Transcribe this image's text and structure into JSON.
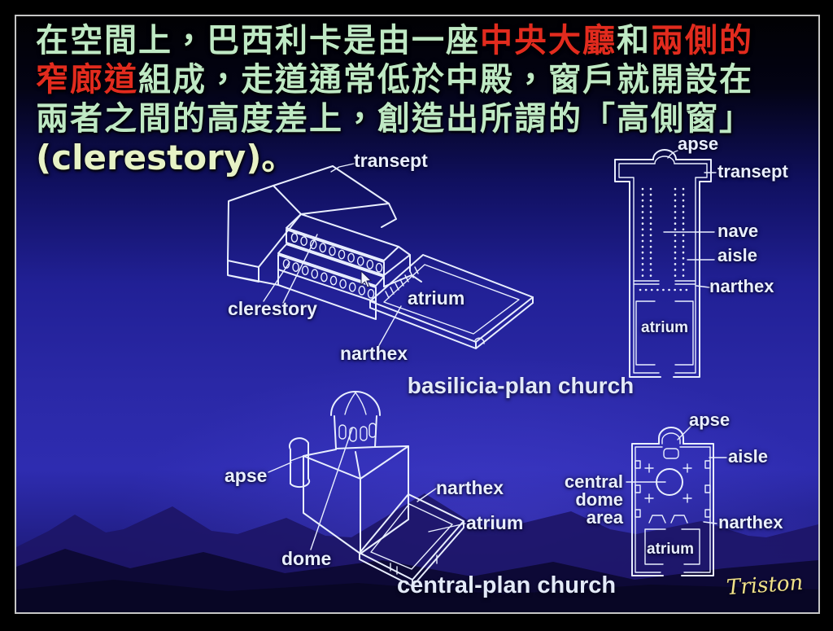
{
  "colors": {
    "text_green": "#bfe9c4",
    "text_red": "#e22b1e",
    "diagram_line": "#e9efff",
    "caption": "#e3eaf8",
    "signature_yellow": "#f1e288",
    "slide_blue": "#2a28a6",
    "frame_line": "#c6c6c6"
  },
  "paragraph": {
    "l1s1": "在空間上，巴西利卡是由一座",
    "l1s2": "中央大廳",
    "l1s3": "和",
    "l1s4": "兩側的",
    "l2s1": "窄廊道",
    "l2s2": "組成，走道通常低於中殿，窗户就開設在",
    "l3s1": "兩者之間的高度差上，創造出所謂的「高側窗」",
    "l4s1": "(clerestory)。"
  },
  "basilica_3d": {
    "labels": {
      "transept": "transept",
      "clerestory": "clerestory",
      "atrium": "atrium",
      "narthex": "narthex"
    }
  },
  "basilica_plan": {
    "labels": {
      "apse": "apse",
      "transept": "transept",
      "nave": "nave",
      "aisle": "aisle",
      "narthex": "narthex",
      "atrium": "atrium"
    },
    "caption": "basilicia-plan church"
  },
  "central_3d": {
    "labels": {
      "apse": "apse",
      "dome": "dome",
      "narthex": "narthex",
      "atrium": "atrium"
    }
  },
  "central_plan": {
    "labels": {
      "apse": "apse",
      "aisle": "aisle",
      "central_dome_line1": "central",
      "central_dome_line2": "dome",
      "central_dome_line3": "area",
      "narthex": "narthex",
      "atrium": "atrium"
    },
    "caption": "central-plan church"
  },
  "signature": {
    "name": "Triston"
  }
}
